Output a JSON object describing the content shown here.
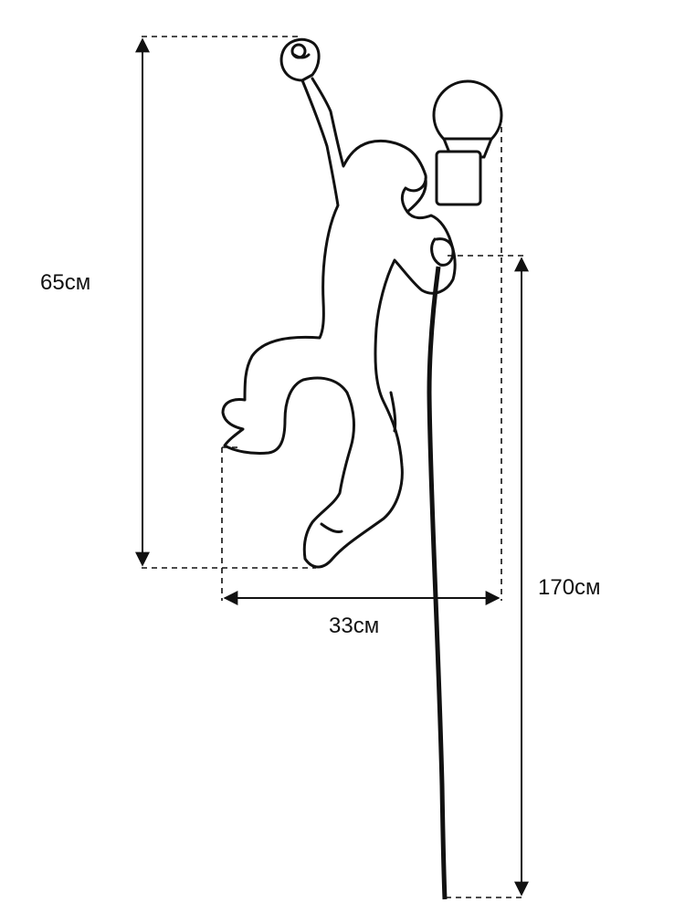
{
  "dimensions": {
    "height": "65см",
    "width": "33см",
    "cord_length": "170см"
  },
  "colors": {
    "line": "#111111",
    "background": "#ffffff"
  }
}
